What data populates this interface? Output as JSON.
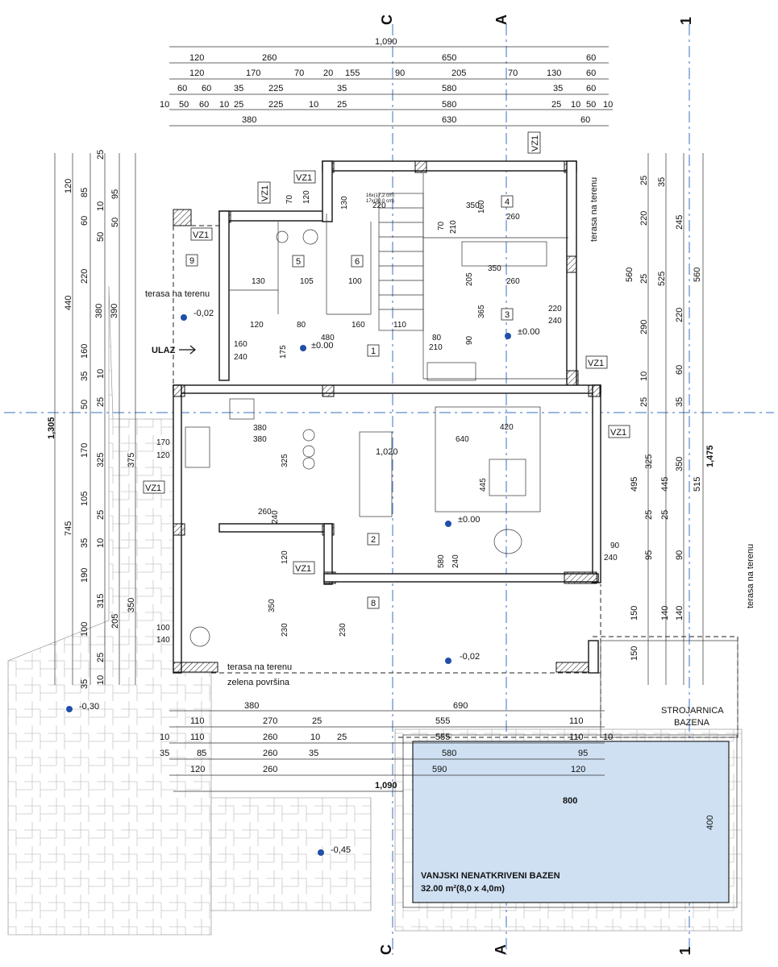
{
  "axes": {
    "C": "C",
    "A": "A",
    "one": "1"
  },
  "dimensions": {
    "top_total": "1,090",
    "top_row1": [
      "120",
      "260",
      "650",
      "60"
    ],
    "top_row2": [
      "120",
      "170",
      "70",
      "20",
      "155",
      "90",
      "205",
      "70",
      "130",
      "60"
    ],
    "top_row3": [
      "60",
      "60",
      "35",
      "225",
      "35",
      "580",
      "35",
      "60"
    ],
    "top_row4": [
      "10",
      "50",
      "60",
      "10",
      "25",
      "225",
      "10",
      "25",
      "580",
      "25",
      "10",
      "50",
      "10"
    ],
    "top_row5": [
      "380",
      "630",
      "60"
    ],
    "left_total": "1,305",
    "left_col1": [
      "120",
      "440",
      "745"
    ],
    "left_col2": [
      "85",
      "60",
      "220",
      "380",
      "160",
      "35",
      "50",
      "170",
      "105",
      "35",
      "190",
      "100",
      "35"
    ],
    "left_col3": [
      "25",
      "10",
      "50",
      "390",
      "10",
      "25",
      "325",
      "25",
      "10",
      "315",
      "25",
      "10"
    ],
    "left_col4": [
      "95",
      "50",
      "375",
      "350",
      "205"
    ],
    "right_total": "1,475",
    "right_col1": [
      "25",
      "220",
      "560",
      "25",
      "290",
      "10",
      "25",
      "495",
      "25",
      "95",
      "150",
      "150"
    ],
    "right_col2": [
      "35",
      "245",
      "525",
      "220",
      "60",
      "35",
      "445",
      "25",
      "90",
      "140",
      "140"
    ],
    "right_col3": [
      "560",
      "515",
      "350",
      "325"
    ],
    "bottom_total": "1,090",
    "bottom_row1": [
      "380",
      "690"
    ],
    "bottom_row2": [
      "110",
      "270",
      "25",
      "555",
      "110"
    ],
    "bottom_row3": [
      "10",
      "110",
      "260",
      "10",
      "25",
      "555",
      "110",
      "10"
    ],
    "bottom_row4": [
      "35",
      "85",
      "260",
      "35",
      "580",
      "95"
    ],
    "bottom_row5": [
      "120",
      "260",
      "590",
      "120"
    ],
    "pool_len": "800",
    "pool_width": "400"
  },
  "rooms": [
    {
      "num": "1"
    },
    {
      "num": "2"
    },
    {
      "num": "3"
    },
    {
      "num": "4"
    },
    {
      "num": "5"
    },
    {
      "num": "6"
    },
    {
      "num": "8"
    },
    {
      "num": "9"
    }
  ],
  "labels": {
    "terrace_left": "terasa na terenu",
    "terrace_top_right": "terasa na terenu",
    "terrace_right": "terasa na terenu",
    "terrace_bottom": "terasa na terenu",
    "green_area": "zelena površina",
    "entrance": "ULAZ",
    "pool_machine_1": "STROJARNICA",
    "pool_machine_2": "BAZENA",
    "pool_title": "VANJSKI NENATKRIVENI BAZEN",
    "pool_area": "32.00 m²(8,0 x 4,0m)",
    "stairs_note_1": "16x(17,2 cm)",
    "stairs_note_2": "17x(30,0 cm)",
    "area_main": "1,020",
    "vz1": "VZ1"
  },
  "levels": {
    "l1": "±0.00",
    "l2": "±0.00",
    "l3": "±0.00",
    "terrace_left": "-0,02",
    "terrace_bottom": "-0,02",
    "garden": "-0,30",
    "pool_path": "-0,45"
  },
  "openings": [
    "120",
    "70",
    "80",
    "210",
    "160",
    "240",
    "170",
    "120",
    "100",
    "140",
    "260",
    "240",
    "580",
    "240",
    "90",
    "240",
    "220",
    "240",
    "70",
    "210"
  ],
  "interior_dims": [
    "130",
    "160",
    "350",
    "260",
    "350",
    "260",
    "220",
    "130",
    "105",
    "100",
    "480",
    "110",
    "160",
    "175",
    "120",
    "80",
    "380",
    "380",
    "640",
    "420",
    "325",
    "445",
    "120",
    "230",
    "350",
    "230",
    "365",
    "205",
    "90"
  ]
}
